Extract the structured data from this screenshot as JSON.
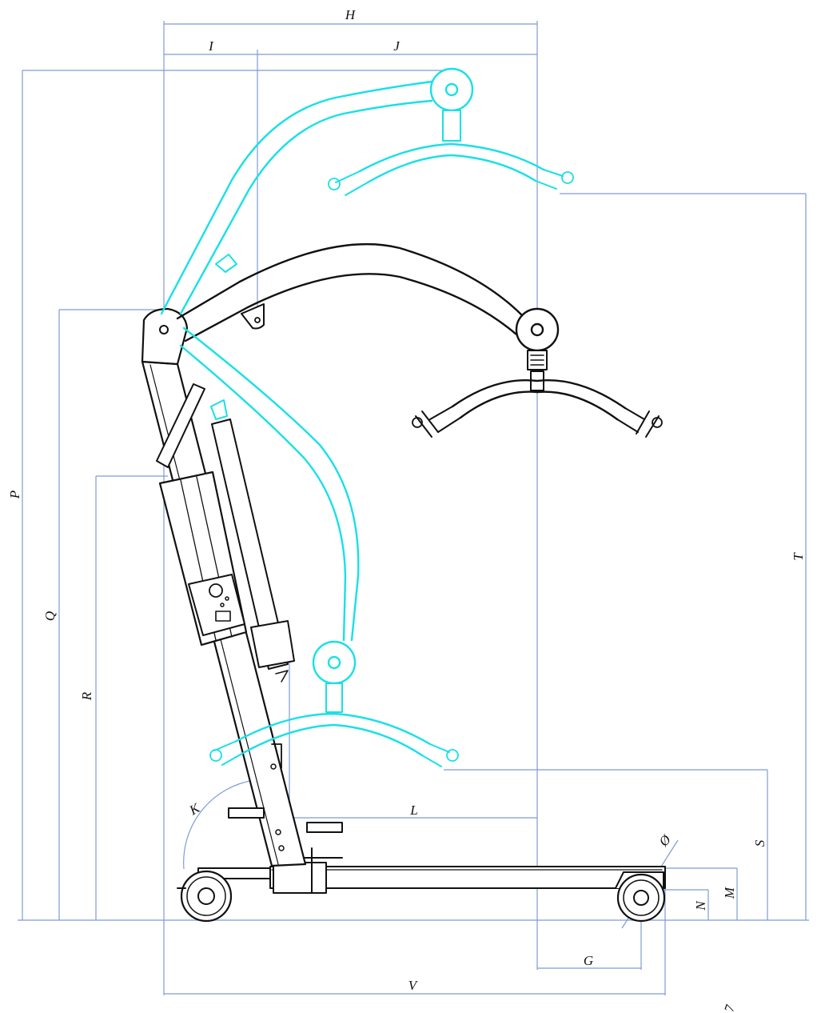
{
  "dimension_labels": {
    "H": "H",
    "I": "I",
    "J": "J",
    "P": "P",
    "Q": "Q",
    "R": "R",
    "T": "T",
    "S": "S",
    "K": "K",
    "L": "L",
    "M": "M",
    "N": "N",
    "O": "Ø",
    "G": "G",
    "V": "V"
  },
  "corner_mark": "7",
  "colors": {
    "dimension_line": "#7f9bd6",
    "frame_outline": "#111111",
    "alternate_boom_position": "#19e0e6",
    "background": "#ffffff"
  }
}
